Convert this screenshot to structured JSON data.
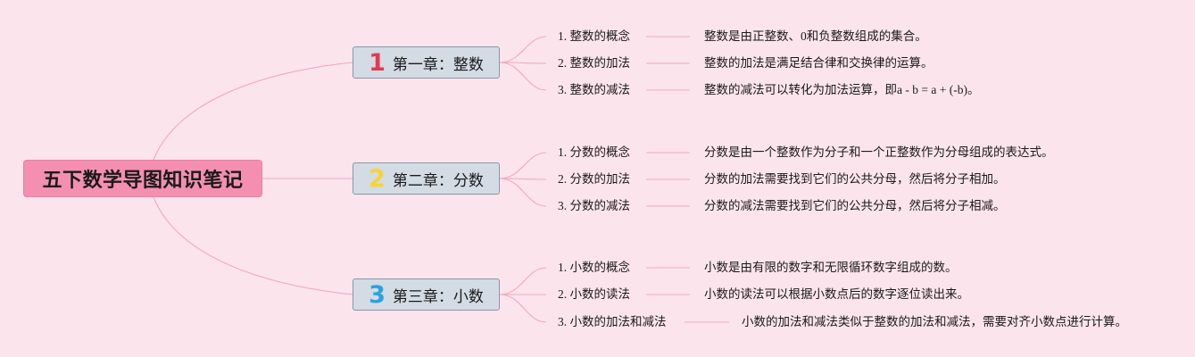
{
  "root": {
    "title": "五下数学导图知识笔记"
  },
  "chapters": [
    {
      "number": "1",
      "number_color": "#e53950",
      "title": "第一章：整数",
      "topics": [
        {
          "label": "1. 整数的概念",
          "desc": "整数是由正整数、0和负整数组成的集合。"
        },
        {
          "label": "2. 整数的加法",
          "desc": "整数的加法是满足结合律和交换律的运算。"
        },
        {
          "label": "3. 整数的减法",
          "desc": "整数的减法可以转化为加法运算，即a - b = a + (-b)。"
        }
      ]
    },
    {
      "number": "2",
      "number_color": "#f7d335",
      "title": "第二章：分数",
      "topics": [
        {
          "label": "1. 分数的概念",
          "desc": "分数是由一个整数作为分子和一个正整数作为分母组成的表达式。"
        },
        {
          "label": "2. 分数的加法",
          "desc": "分数的加法需要找到它们的公共分母，然后将分子相加。"
        },
        {
          "label": "3. 分数的减法",
          "desc": "分数的减法需要找到它们的公共分母，然后将分子相减。"
        }
      ]
    },
    {
      "number": "3",
      "number_color": "#2aa3e0",
      "title": "第三章：小数",
      "topics": [
        {
          "label": "1. 小数的概念",
          "desc": "小数是由有限的数字和无限循环数字组成的数。"
        },
        {
          "label": "2. 小数的读法",
          "desc": "小数的读法可以根据小数点后的数字逐位读出来。"
        },
        {
          "label": "3. 小数的加法和减法",
          "desc": "小数的加法和减法类似于整数的加法和减法，需要对齐小数点进行计算。"
        }
      ]
    }
  ],
  "colors": {
    "background": "#fce4ec",
    "root_fill": "#f48fb1",
    "chapter_fill": "#d3dbe5",
    "line": "#f2a7c0"
  }
}
